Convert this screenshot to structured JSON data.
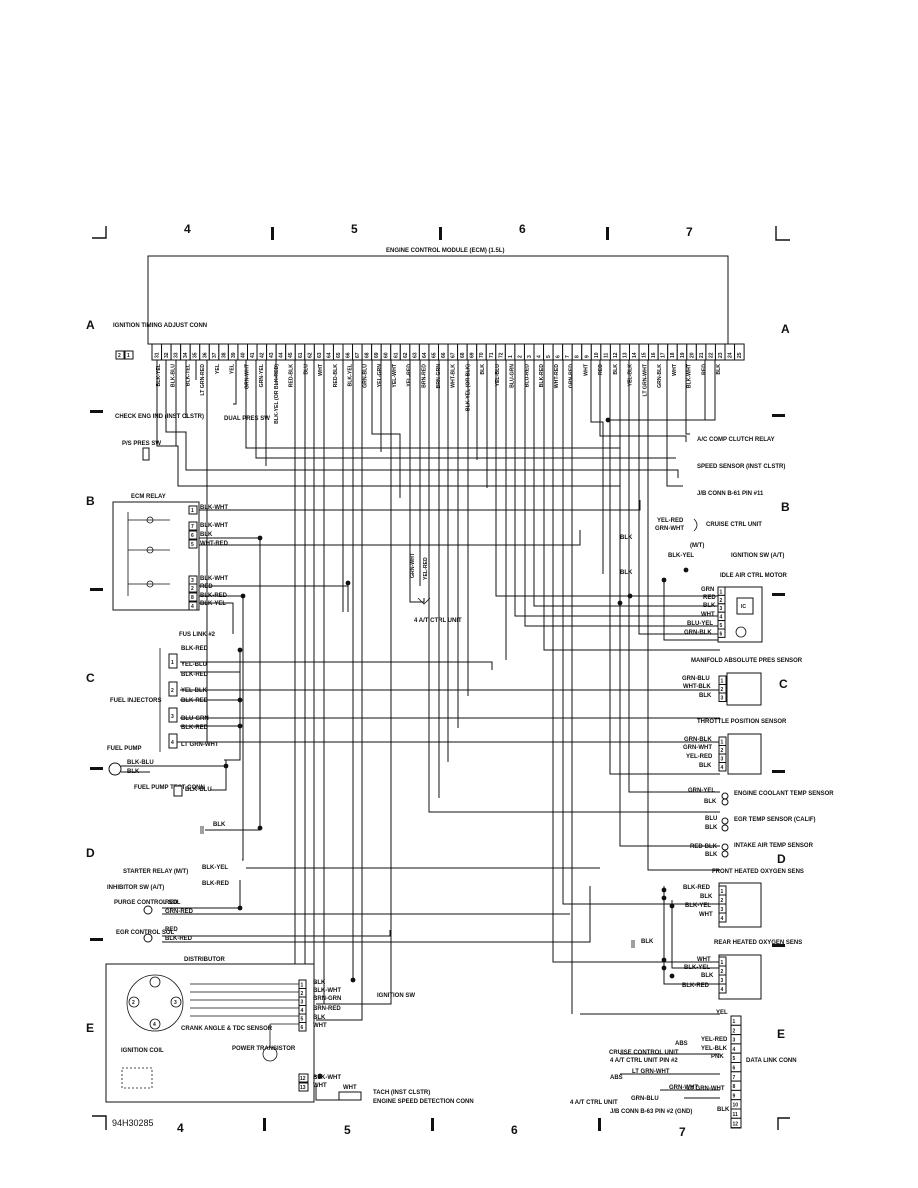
{
  "title": "ENGINE CONTROL MODULE (ECM) (1.5L)",
  "figure_id": "94H30285",
  "grid": {
    "columns": [
      "4",
      "5",
      "6",
      "7"
    ],
    "rows": [
      "A",
      "B",
      "C",
      "D",
      "E"
    ]
  },
  "ecm": {
    "pins": [
      "31",
      "32",
      "33",
      "34",
      "35",
      "36",
      "37",
      "38",
      "39",
      "40",
      "41",
      "42",
      "43",
      "44",
      "45",
      "61",
      "62",
      "63",
      "64",
      "65",
      "66",
      "67",
      "68",
      "69",
      "60",
      "61",
      "62",
      "63",
      "64",
      "65",
      "66",
      "67",
      "68",
      "69",
      "70",
      "71",
      "72",
      "1",
      "2",
      "3",
      "4",
      "5",
      "6",
      "7",
      "8",
      "9",
      "10",
      "11",
      "12",
      "13",
      "14",
      "15",
      "16",
      "17",
      "18",
      "19",
      "20",
      "21",
      "22",
      "23",
      "24",
      "25"
    ],
    "wire_labels": [
      "BLK-YEL",
      "BLK-BLU",
      "BLK-TEL",
      "LT GRN-RED",
      "YEL",
      "YEL",
      "GRN-WHT",
      "GRN-YEL",
      "BLK-YEL (OR BLK-RED)",
      "RED-BLK",
      "BLU",
      "WHT",
      "RED-BLK",
      "BLK-YEL",
      "GRN-BLU",
      "YEL-GRN",
      "YEL-WHT",
      "YEL-RED",
      "BRN-RED",
      "BRN-GRN",
      "WHT-BLK",
      "BLK-YEL (OR BLK)",
      "BLK",
      "YEL-BLU",
      "BLU-GRN",
      "BLU-RED",
      "BLK-RED",
      "WHT-RED",
      "GRN-RED",
      "WHT",
      "RED",
      "BLK",
      "YEL-BLK",
      "LT GRN-WHT",
      "GRN-BLK",
      "WHT",
      "BLK-WHT",
      "RED",
      "BLK"
    ]
  },
  "components": {
    "ignition_timing": "IGNITION TIMING ADJUST CONN",
    "ignition_timing_pins": [
      "2",
      "1"
    ],
    "check_eng": "CHECK ENG IND (INST CLSTR)",
    "dual_pres": "DUAL PRES SW",
    "ps_pres": "P/S PRES SW",
    "ac_comp": "A/C COMP CLUTCH RELAY",
    "speed_sensor": "SPEED SENSOR (INST CLSTR)",
    "jb_conn_61": "J/B CONN B-61 PIN #11",
    "cruise": "CRUISE CTRL UNIT",
    "mt": "(M/T)",
    "ignition_sw_at": "IGNITION SW (A/T)",
    "idle_air": "IDLE AIR CTRL MOTOR",
    "idle_air_ic": "IC",
    "ecm_relay": "ECM RELAY",
    "at_ctrl_unit": "4 A/T CTRL UNIT",
    "fus_link": "FUS LINK #2",
    "manifold": "MANIFOLD ABSOLUTE PRES SENSOR",
    "fuel_injectors": "FUEL INJECTORS",
    "throttle": "THROTTLE POSITION SENSOR",
    "fuel_pump": "FUEL PUMP",
    "fuel_pump_test": "FUEL PUMP TEST CONN",
    "coolant": "ENGINE COOLANT TEMP SENSOR",
    "egr_temp": "EGR TEMP SENSOR (CALIF)",
    "intake_air": "INTAKE AIR TEMP SENSOR",
    "starter_relay": "STARTER RELAY (M/T)",
    "inhibitor": "INHIBITOR SW (A/T)",
    "front_o2": "FRONT HEATED OXYGEN SENS",
    "purge": "PURGE CONTROL SOL",
    "egr_sol": "EGR CONTROL SOL",
    "rear_o2": "REAR HEATED OXYGEN SENS",
    "distributor": "DISTRIBUTOR",
    "ignition_sw": "IGNITION SW",
    "crank_angle": "CRANK ANGLE & TDC SENSOR",
    "ignition_coil": "IGNITION COIL",
    "power_transistor": "POWER TRANSISTOR",
    "tach": "TACH (INST CLSTR)",
    "esd_conn": "ENGINE SPEED DETECTION CONN",
    "abs": "ABS",
    "cruise_unit": "CRUISE CONTROL UNIT",
    "at_ctrl_pin2": "4 A/T CTRL UNIT PIN #2",
    "abs2": "ABS",
    "at_ctrl_unit2": "4 A/T CTRL UNIT",
    "jb_conn_63": "J/B CONN B-63 PIN #2 (GND)",
    "dlc": "DATA LINK CONN",
    "dlc_pins": [
      "1",
      "2",
      "3",
      "4",
      "5",
      "6",
      "7",
      "8",
      "9",
      "10",
      "11",
      "12"
    ]
  },
  "wires": {
    "blk_wht": "BLK-WHT",
    "blk": "BLK",
    "wht_red": "WHT-RED",
    "red": "RED",
    "blk_red": "BLK-RED",
    "blk_yel": "BLK-YEL",
    "yel_red": "YEL-RED",
    "grn_wht": "GRN-WHT",
    "grn_red": "GRN-RED",
    "grn": "GRN",
    "wht": "WHT",
    "blu_yel": "BLU-YEL",
    "grn_blk": "GRN-BLK",
    "grn_blu": "GRN-BLU",
    "wht_blk": "WHT-BLK",
    "yel_blu": "YEL-BLU",
    "yel_blk": "YEL-BLK",
    "blu_grn": "BLU-GRN",
    "lt_grn_wht": "LT GRN-WHT",
    "blk_blu": "BLK-BLU",
    "grn_yel": "GRN-YEL",
    "blu": "BLU",
    "red_blk": "RED-BLK",
    "brn_grn": "BRN-GRN",
    "brn_red": "BRN-RED",
    "yel": "YEL",
    "pnk": "PNK",
    "grn_wht_v": "GRN-WHT",
    "yel_red_v": "YEL-RED"
  }
}
